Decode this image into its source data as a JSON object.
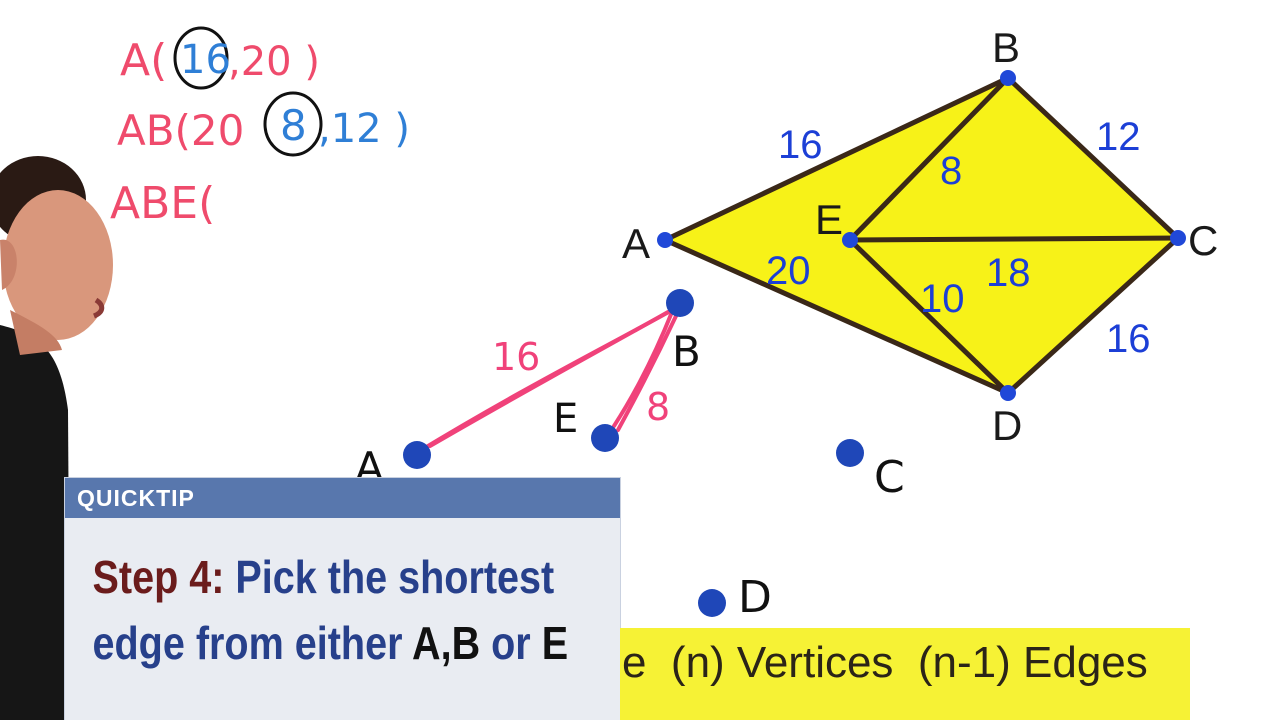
{
  "notes": {
    "line1": {
      "prefix": "A(",
      "circled": "16",
      "rest": ",20 )"
    },
    "line2": {
      "prefix": "AB(20",
      "circled": "8",
      "rest": ",12 )"
    },
    "line3": {
      "text": "ABE("
    }
  },
  "main_graph": {
    "vertices": [
      "A",
      "B",
      "C",
      "D",
      "E"
    ],
    "edges": [
      {
        "from": "A",
        "to": "B",
        "weight": "16"
      },
      {
        "from": "B",
        "to": "C",
        "weight": "12"
      },
      {
        "from": "B",
        "to": "E",
        "weight": "8"
      },
      {
        "from": "A",
        "to": "D",
        "weight": "20"
      },
      {
        "from": "E",
        "to": "C",
        "weight": "18"
      },
      {
        "from": "E",
        "to": "D",
        "weight": "10"
      },
      {
        "from": "C",
        "to": "D",
        "weight": "16"
      }
    ],
    "fill_color": "#f7f218",
    "edge_color": "#3a2818",
    "vertex_color": "#2048d8",
    "weight_color": "#1c3fd6"
  },
  "tree_sketch": {
    "vertices": [
      "A",
      "B",
      "E",
      "C",
      "D"
    ],
    "edges": [
      {
        "from": "A",
        "to": "B",
        "weight": "16"
      },
      {
        "from": "B",
        "to": "E",
        "weight": "8"
      }
    ],
    "edge_color": "#f0427a",
    "vertex_color": "#1f47b8"
  },
  "quicktip": {
    "header": "QUICKTIP",
    "step": "Step 4:",
    "text1": "Pick the shortest",
    "text2": "edge from either",
    "emphasis": "A,B",
    "or": "or",
    "emphasis2": "E"
  },
  "banner": {
    "text": "e  (n) Vertices  (n-1) Edges"
  }
}
